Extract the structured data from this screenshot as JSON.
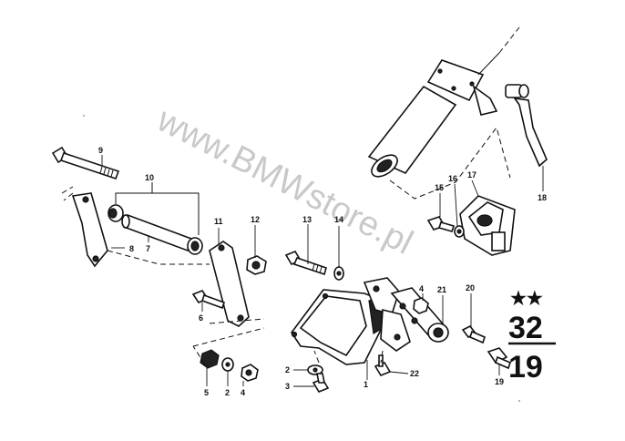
{
  "watermark": "www.BMWstore.pl",
  "callouts": {
    "c1": "1",
    "c2a": "2",
    "c2b": "2",
    "c3": "3",
    "c4a": "4",
    "c4b": "4",
    "c5": "5",
    "c6": "6",
    "c7": "7",
    "c8": "8",
    "c9": "9",
    "c10": "10",
    "c11": "11",
    "c12": "12",
    "c13": "13",
    "c14": "14",
    "c15": "15",
    "c16": "16",
    "c17": "17",
    "c18": "18",
    "c19": "19",
    "c20": "20",
    "c21": "21",
    "c22": "22"
  },
  "group_badge": {
    "stars": "★★",
    "main_group": "32",
    "sub_group": "19"
  }
}
